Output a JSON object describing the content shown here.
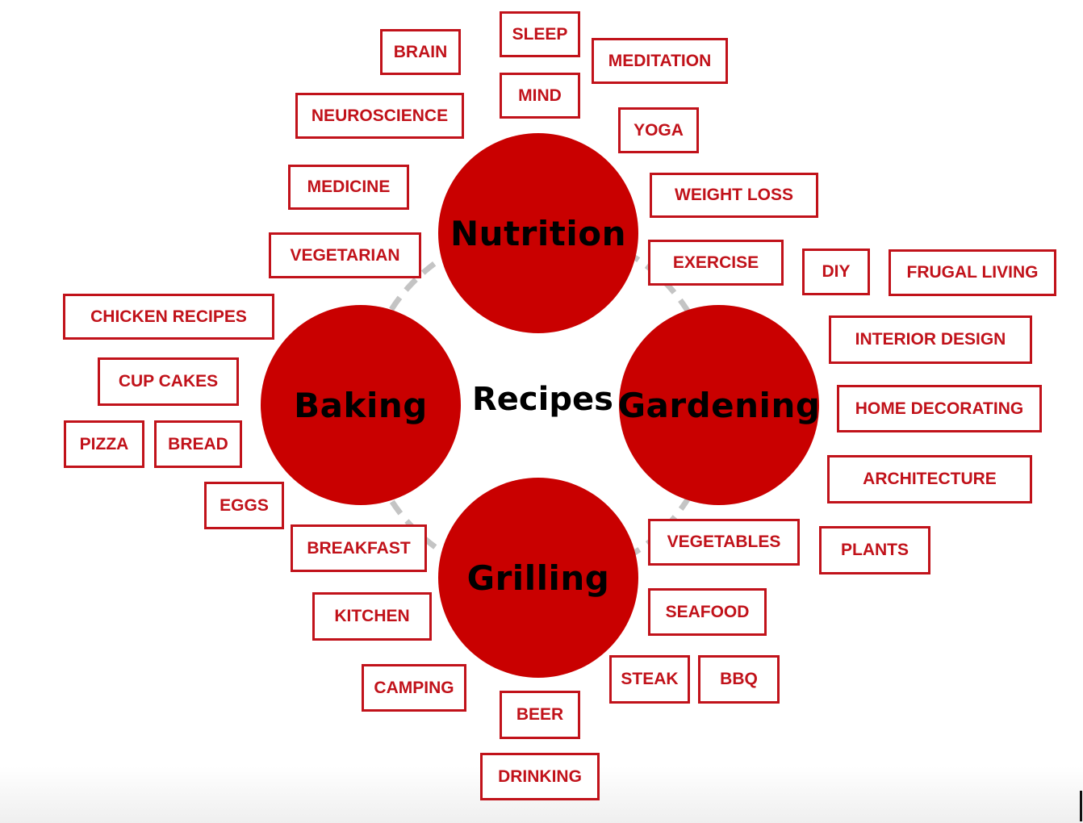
{
  "center_label": "Recipes",
  "colors": {
    "hub": "#c90000",
    "tag_border": "#c1121a",
    "ring": "#c4c4c4"
  },
  "hubs": [
    "Nutrition",
    "Baking",
    "Gardening",
    "Grilling"
  ],
  "tags": [
    "BRAIN",
    "SLEEP",
    "MEDITATION",
    "MIND",
    "NEUROSCIENCE",
    "YOGA",
    "MEDICINE",
    "WEIGHT LOSS",
    "VEGETARIAN",
    "EXERCISE",
    "DIY",
    "FRUGAL LIVING",
    "CHICKEN RECIPES",
    "INTERIOR DESIGN",
    "CUP CAKES",
    "HOME DECORATING",
    "PIZZA",
    "BREAD",
    "ARCHITECTURE",
    "EGGS",
    "VEGETABLES",
    "PLANTS",
    "BREAKFAST",
    "SEAFOOD",
    "KITCHEN",
    "STEAK",
    "BBQ",
    "CAMPING",
    "BEER",
    "DRINKING"
  ]
}
